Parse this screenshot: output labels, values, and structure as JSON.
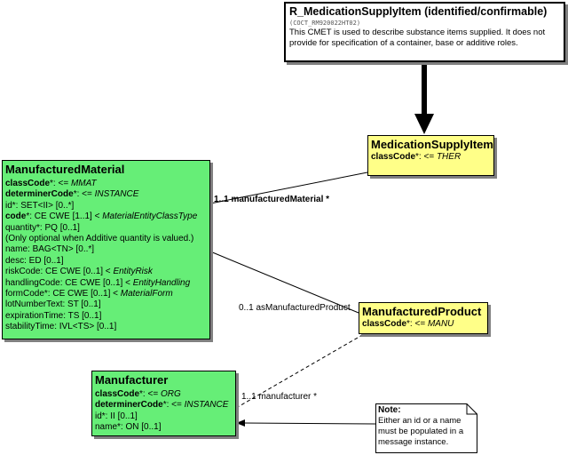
{
  "cmet": {
    "title": "R_MedicationSupplyItem (identified/confirmable)",
    "code": "(COCT_RM920022HT02)",
    "description": "This CMET is used to describe substance items supplied.  It does not provide for specification of  a container, base or additive roles."
  },
  "medication_supply_item": {
    "title": "MedicationSupplyItem",
    "attr_name": "classCode",
    "attr_rest": "*: <= ",
    "attr_value": "THER"
  },
  "manufactured_material": {
    "title": "ManufacturedMaterial",
    "lines": {
      "class_code": {
        "name": "classCode",
        "rest": "*: <= ",
        "value": "MMAT"
      },
      "determiner_code": {
        "name": "determinerCode",
        "rest": "*: <= ",
        "value": "INSTANCE"
      },
      "id": "id*: SET<II> [0..*]",
      "code": {
        "name": "code",
        "rest": "*: CE CWE [1..1] < ",
        "value": "MaterialEntityClassType"
      },
      "quantity": "quantity*: PQ [0..1]",
      "quantity_note": " (Only optional when Additive quantity is valued.)",
      "name": "name: BAG<TN> [0..*]",
      "desc": "desc: ED [0..1]",
      "risk_code": {
        "text": "riskCode: CE CWE [0..1] < ",
        "value": "EntityRisk"
      },
      "handling_code": {
        "text": "handlingCode: CE CWE [0..1] < ",
        "value": "EntityHandling"
      },
      "form_code": {
        "text": "formCode*: CE CWE [0..1] < ",
        "value": "MaterialForm"
      },
      "lot_number_text": "lotNumberText: ST [0..1]",
      "expiration_time": "expirationTime: TS [0..1]",
      "stability_time": "stabilityTime: IVL<TS> [0..1]"
    }
  },
  "manufactured_product": {
    "title": "ManufacturedProduct",
    "attr_name": "classCode",
    "attr_rest": "*: <= ",
    "attr_value": "MANU"
  },
  "manufacturer": {
    "title": "Manufacturer",
    "lines": {
      "class_code": {
        "name": "classCode",
        "rest": "*: <= ",
        "value": "ORG"
      },
      "determiner_code": {
        "name": "determinerCode",
        "rest": "*: <= ",
        "value": "INSTANCE"
      },
      "id": "id*: II [0..1]",
      "name": "name*: ON [0..1]"
    }
  },
  "associations": {
    "manufactured_material": "1..1 manufacturedMaterial  *",
    "as_manufactured_product": "0..1 asManufacturedProduct",
    "manufacturer": "1..1 manufacturer  *"
  },
  "note": {
    "heading": "Note:",
    "text": "Either an id or a name must  be populated in a message instance."
  }
}
